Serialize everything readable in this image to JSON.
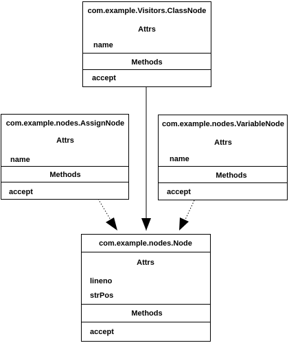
{
  "classes": {
    "class_node": {
      "name": "com.example.Visitors.ClassNode",
      "attrs_title": "Attrs",
      "attrs": [
        "name"
      ],
      "methods_title": "Methods",
      "methods": [
        "accept"
      ]
    },
    "assign_node": {
      "name": "com.example.nodes.AssignNode",
      "attrs_title": "Attrs",
      "attrs": [
        "name"
      ],
      "methods_title": "Methods",
      "methods": [
        "accept"
      ]
    },
    "variable_node": {
      "name": "com.example.nodes.VariableNode",
      "attrs_title": "Attrs",
      "attrs": [
        "name"
      ],
      "methods_title": "Methods",
      "methods": [
        "accept"
      ]
    },
    "node": {
      "name": "com.example.nodes.Node",
      "attrs_title": "Attrs",
      "attrs": [
        "lineno",
        "strPos"
      ],
      "methods_title": "Methods",
      "methods": [
        "accept"
      ]
    }
  },
  "relations": [
    {
      "from": "class_node",
      "to": "node",
      "style": "solid"
    },
    {
      "from": "assign_node",
      "to": "node",
      "style": "dotted"
    },
    {
      "from": "variable_node",
      "to": "node",
      "style": "dotted"
    }
  ]
}
